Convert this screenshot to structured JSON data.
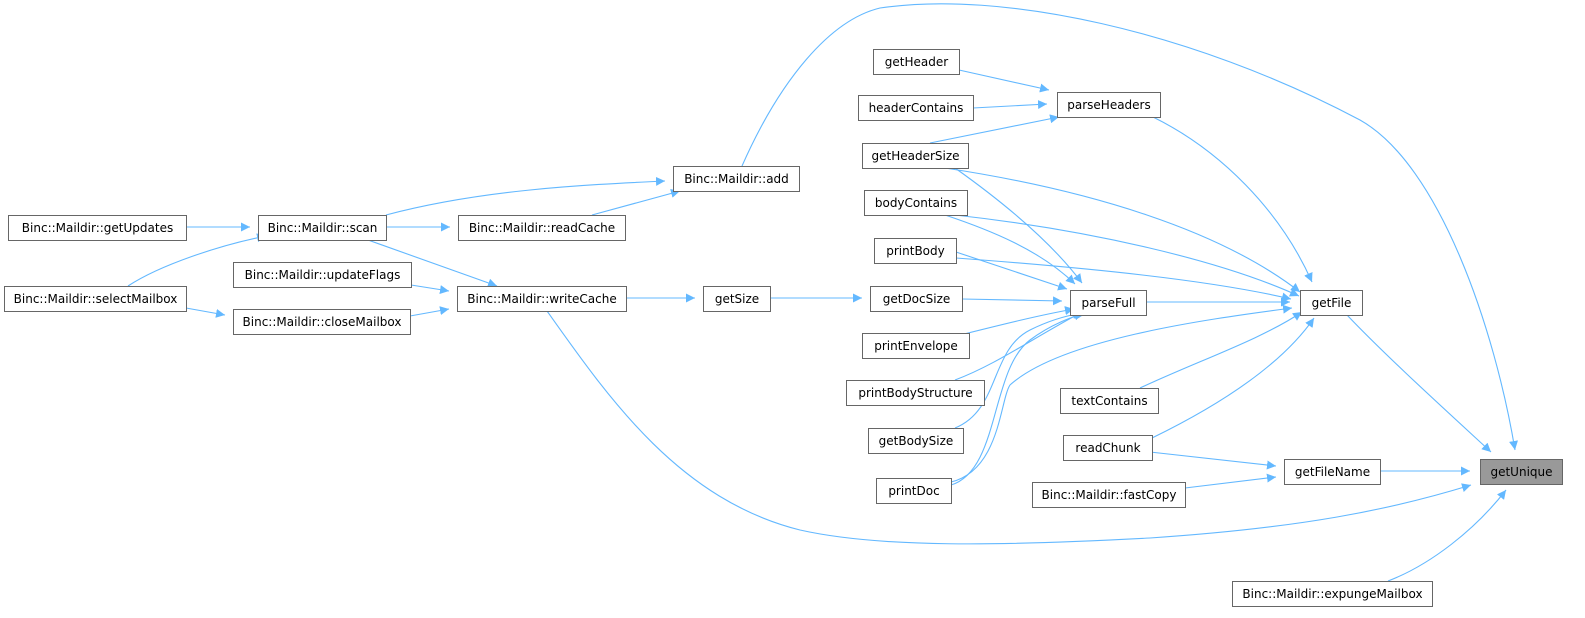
{
  "graph": {
    "edge_color": "#63b8ff",
    "root_fill": "#999999",
    "node_border": "#666666",
    "nodes": [
      {
        "id": "getUnique",
        "label": "getUnique",
        "root": true
      },
      {
        "id": "getFile",
        "label": "getFile"
      },
      {
        "id": "getFileName",
        "label": "getFileName"
      },
      {
        "id": "expungeMailbox",
        "label": "Binc::Maildir::expungeMailbox"
      },
      {
        "id": "parseHeaders",
        "label": "parseHeaders"
      },
      {
        "id": "parseFull",
        "label": "parseFull"
      },
      {
        "id": "textContains",
        "label": "textContains"
      },
      {
        "id": "readChunk",
        "label": "readChunk"
      },
      {
        "id": "fastCopy",
        "label": "Binc::Maildir::fastCopy"
      },
      {
        "id": "getHeader",
        "label": "getHeader"
      },
      {
        "id": "headerContains",
        "label": "headerContains"
      },
      {
        "id": "getHeaderSize",
        "label": "getHeaderSize"
      },
      {
        "id": "bodyContains",
        "label": "bodyContains"
      },
      {
        "id": "printBody",
        "label": "printBody"
      },
      {
        "id": "getDocSize",
        "label": "getDocSize"
      },
      {
        "id": "printEnvelope",
        "label": "printEnvelope"
      },
      {
        "id": "printBodyStructure",
        "label": "printBodyStructure"
      },
      {
        "id": "getBodySize",
        "label": "getBodySize"
      },
      {
        "id": "printDoc",
        "label": "printDoc"
      },
      {
        "id": "add",
        "label": "Binc::Maildir::add"
      },
      {
        "id": "readCache",
        "label": "Binc::Maildir::readCache"
      },
      {
        "id": "writeCache",
        "label": "Binc::Maildir::writeCache"
      },
      {
        "id": "getSize",
        "label": "getSize"
      },
      {
        "id": "scan",
        "label": "Binc::Maildir::scan"
      },
      {
        "id": "updateFlags",
        "label": "Binc::Maildir::updateFlags"
      },
      {
        "id": "closeMailbox",
        "label": "Binc::Maildir::closeMailbox"
      },
      {
        "id": "getUpdates",
        "label": "Binc::Maildir::getUpdates"
      },
      {
        "id": "selectMailbox",
        "label": "Binc::Maildir::selectMailbox"
      }
    ],
    "edges": [
      {
        "from": "getFile",
        "to": "getUnique"
      },
      {
        "from": "getFileName",
        "to": "getUnique"
      },
      {
        "from": "expungeMailbox",
        "to": "getUnique"
      },
      {
        "from": "add",
        "to": "getUnique"
      },
      {
        "from": "writeCache",
        "to": "getUnique"
      },
      {
        "from": "parseHeaders",
        "to": "getFile"
      },
      {
        "from": "parseFull",
        "to": "getFile"
      },
      {
        "from": "getHeaderSize",
        "to": "getFile"
      },
      {
        "from": "bodyContains",
        "to": "getFile"
      },
      {
        "from": "printBody",
        "to": "getFile"
      },
      {
        "from": "textContains",
        "to": "getFile"
      },
      {
        "from": "readChunk",
        "to": "getFile"
      },
      {
        "from": "printDoc",
        "to": "getFile"
      },
      {
        "from": "readChunk",
        "to": "getFileName"
      },
      {
        "from": "fastCopy",
        "to": "getFileName"
      },
      {
        "from": "getHeader",
        "to": "parseHeaders"
      },
      {
        "from": "headerContains",
        "to": "parseHeaders"
      },
      {
        "from": "getHeaderSize",
        "to": "parseHeaders"
      },
      {
        "from": "getHeaderSize",
        "to": "parseFull"
      },
      {
        "from": "bodyContains",
        "to": "parseFull"
      },
      {
        "from": "printBody",
        "to": "parseFull"
      },
      {
        "from": "getDocSize",
        "to": "parseFull"
      },
      {
        "from": "printEnvelope",
        "to": "parseFull"
      },
      {
        "from": "printBodyStructure",
        "to": "parseFull"
      },
      {
        "from": "getBodySize",
        "to": "parseFull"
      },
      {
        "from": "printDoc",
        "to": "parseFull"
      },
      {
        "from": "getSize",
        "to": "getDocSize"
      },
      {
        "from": "writeCache",
        "to": "getSize"
      },
      {
        "from": "scan",
        "to": "add"
      },
      {
        "from": "readCache",
        "to": "add"
      },
      {
        "from": "scan",
        "to": "readCache"
      },
      {
        "from": "scan",
        "to": "writeCache"
      },
      {
        "from": "updateFlags",
        "to": "writeCache"
      },
      {
        "from": "closeMailbox",
        "to": "writeCache"
      },
      {
        "from": "getUpdates",
        "to": "scan"
      },
      {
        "from": "selectMailbox",
        "to": "scan"
      },
      {
        "from": "selectMailbox",
        "to": "closeMailbox"
      }
    ]
  }
}
